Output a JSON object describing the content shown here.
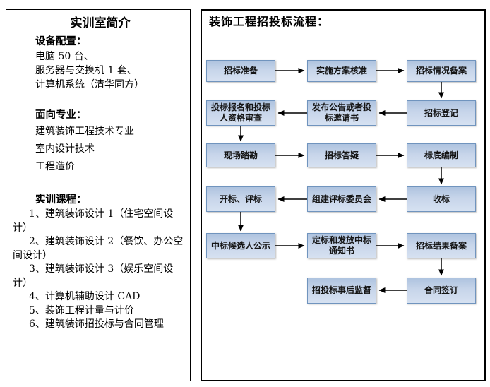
{
  "left_panel": {
    "title": "实训室简介",
    "equipment": {
      "heading": "设备配置：",
      "lines": [
        "电脑 50 台、",
        "服务器与交换机 1 套、",
        "计算机系统（清华同方）"
      ]
    },
    "majors": {
      "heading": "面向专业：",
      "lines": [
        "建筑装饰工程技术专业",
        "室内设计技术",
        "工程造价"
      ]
    },
    "courses": {
      "heading": "实训课程：",
      "items": [
        "1、建筑装饰设计 1（住宅空间设计）",
        "2、建筑装饰设计 2（餐饮、办公空间设计）",
        "3、建筑装饰设计 3（娱乐空间设计）",
        "4、计算机辅助设计 CAD",
        "5、装饰工程计量与计价",
        "6、建筑装饰招投标与合同管理"
      ]
    }
  },
  "flowchart": {
    "title": "装饰工程招投标流程：",
    "boxes": [
      "招标准备",
      "实施方案核准",
      "招标情况备案",
      "投标报名和投标人资格审查",
      "发布公告或者投标邀请书",
      "招标登记",
      "现场踏勘",
      "招标答疑",
      "标底编制",
      "开标、评标",
      "组建评标委员会",
      "收标",
      "中标候选人公示",
      "定标和发放中标通知书",
      "招标结果备案",
      "招投标事后监督",
      "合同签订"
    ],
    "colors": {
      "box_fill_top": "#aec3df",
      "box_fill_bottom": "#d6e1f1",
      "box_border": "#7094be",
      "arrow": "#000000",
      "panel_border": "#000000"
    }
  }
}
